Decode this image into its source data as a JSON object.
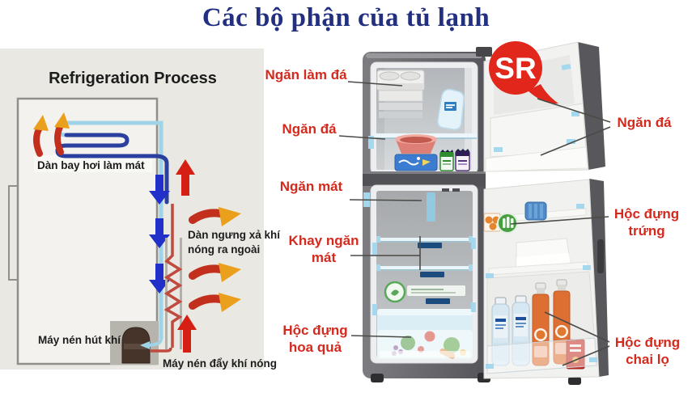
{
  "title": "Các bộ phận của tủ lạnh",
  "logo": {
    "text": "SR"
  },
  "colors": {
    "label_red": "#d42a1e",
    "title_navy": "#22307f",
    "logo_red": "#e1271c",
    "panel_gray": "#e9e8e3",
    "diagram_text": "#1c1c1c"
  },
  "process_diagram": {
    "title": "Refrigeration Process",
    "evaporator_label": "Dàn bay hơi làm mát",
    "condenser_label": {
      "lines": [
        "Dàn ngưng xả khí",
        "nóng ra ngoài"
      ]
    },
    "compressor_suction_label": "Máy nén hút khí",
    "compressor_discharge_label": "Máy nén đẩy khí nóng"
  },
  "labels_mid": {
    "ice_maker": {
      "lines": [
        "Ngăn làm đá"
      ]
    },
    "freezer": {
      "lines": [
        "Ngăn đá"
      ]
    },
    "cool": {
      "lines": [
        "Ngăn mát"
      ]
    },
    "cool_tray": {
      "lines": [
        "Khay ngăn",
        "mát"
      ]
    },
    "fruit_box": {
      "lines": [
        "Hộc đựng",
        "hoa quả"
      ]
    }
  },
  "labels_right": {
    "freezer_door": {
      "lines": [
        "Ngăn đá"
      ]
    },
    "egg_box": {
      "lines": [
        "Hộc đựng",
        "trứng"
      ]
    },
    "bottle_box": {
      "lines": [
        "Hộc đựng",
        "chai lọ"
      ]
    }
  }
}
